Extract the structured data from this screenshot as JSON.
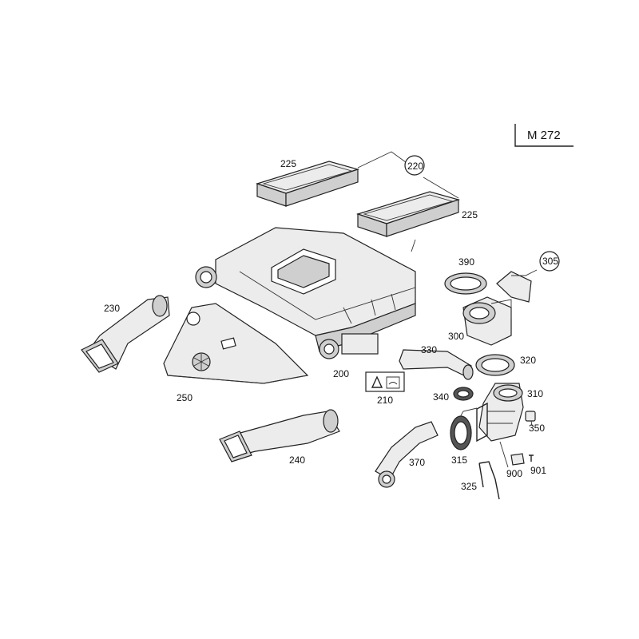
{
  "diagram": {
    "engine_code": "M 272",
    "parts": {
      "p225a": "225",
      "p225b": "225",
      "p220": "220",
      "p390": "390",
      "p305": "305",
      "p230": "230",
      "p300": "300",
      "p330": "330",
      "p320": "320",
      "p200": "200",
      "p210": "210",
      "p340": "340",
      "p310": "310",
      "p250": "250",
      "p350": "350",
      "p240": "240",
      "p370": "370",
      "p315": "315",
      "p900": "900",
      "p901": "901",
      "p325": "325"
    }
  }
}
